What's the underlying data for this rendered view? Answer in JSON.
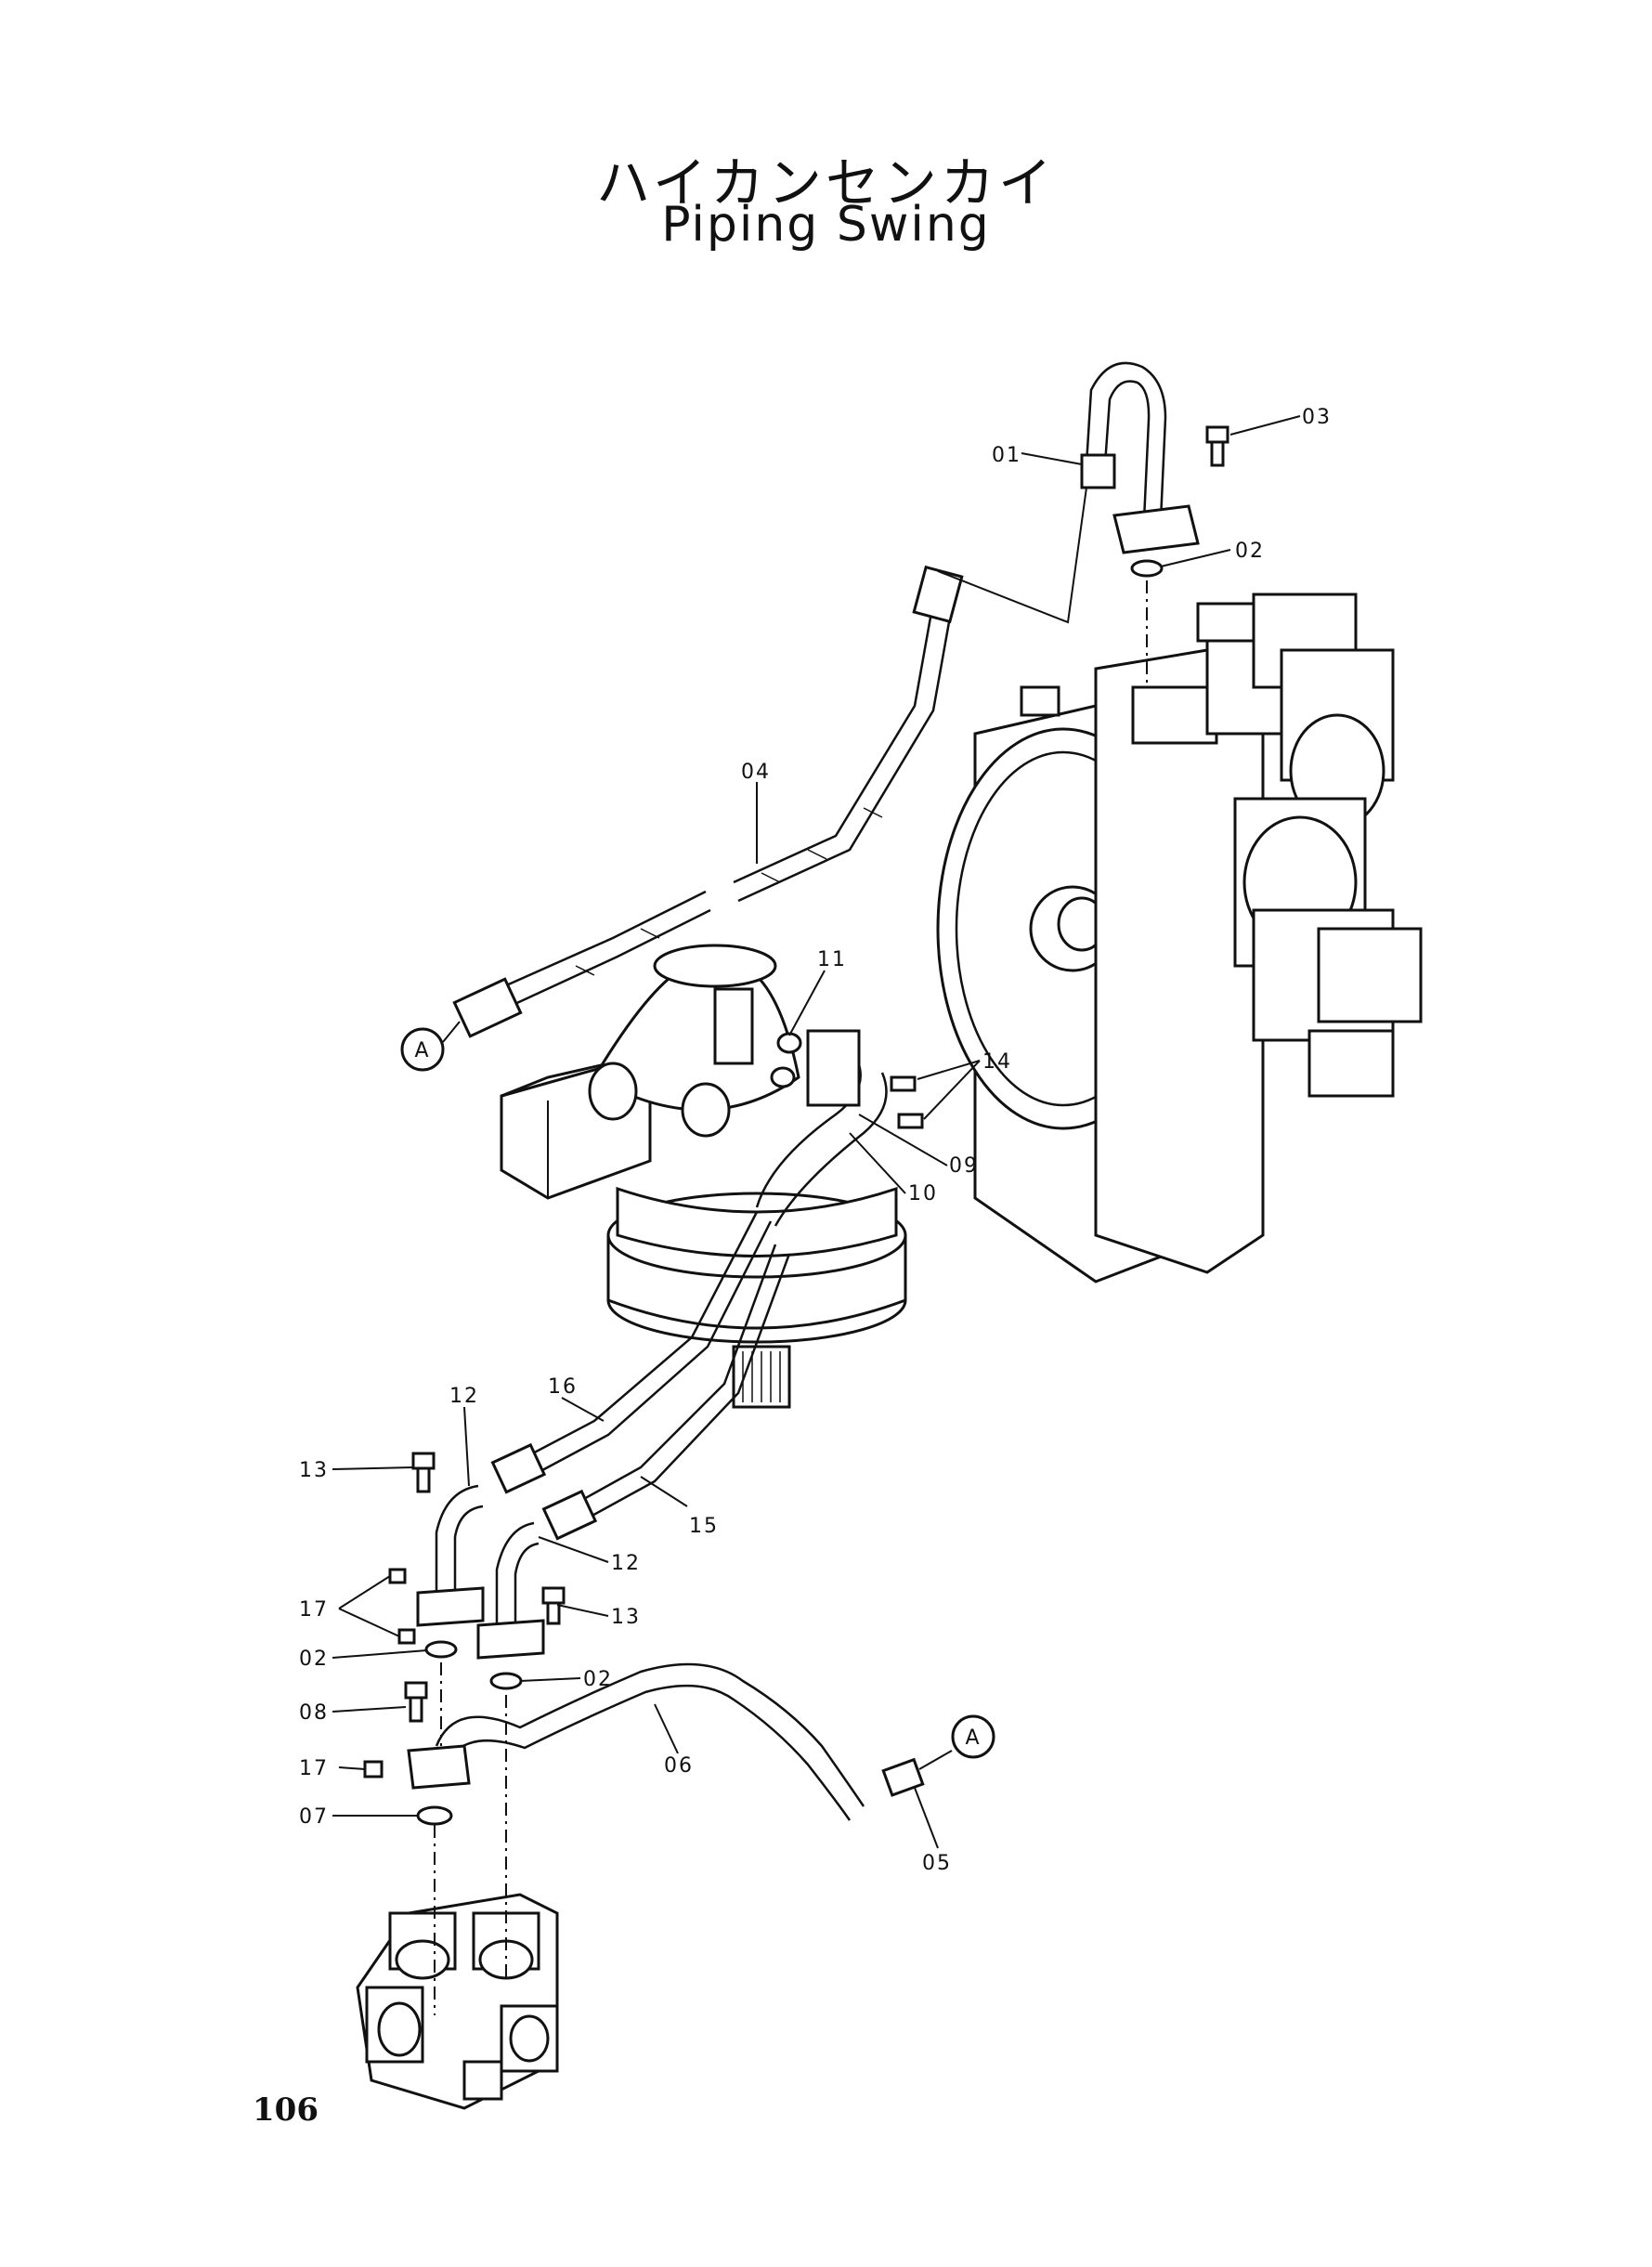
{
  "title": {
    "japanese": "ハイカンセンカイ",
    "english": "Piping Swing"
  },
  "page_number": "106",
  "callouts": [
    {
      "id": "c01",
      "text": "01"
    },
    {
      "id": "c02a",
      "text": "02"
    },
    {
      "id": "c03",
      "text": "03"
    },
    {
      "id": "c04",
      "text": "04"
    },
    {
      "id": "c11",
      "text": "11"
    },
    {
      "id": "c14",
      "text": "14"
    },
    {
      "id": "c09",
      "text": "09"
    },
    {
      "id": "c10",
      "text": "10"
    },
    {
      "id": "c16",
      "text": "16"
    },
    {
      "id": "c12a",
      "text": "12"
    },
    {
      "id": "c13a",
      "text": "13"
    },
    {
      "id": "c15",
      "text": "15"
    },
    {
      "id": "c12b",
      "text": "12"
    },
    {
      "id": "c13b",
      "text": "13"
    },
    {
      "id": "c17a",
      "text": "17"
    },
    {
      "id": "c02b",
      "text": "02"
    },
    {
      "id": "c02c",
      "text": "02"
    },
    {
      "id": "c08",
      "text": "08"
    },
    {
      "id": "c06",
      "text": "06"
    },
    {
      "id": "c17b",
      "text": "17"
    },
    {
      "id": "c07",
      "text": "07"
    },
    {
      "id": "c05",
      "text": "05"
    }
  ],
  "connectors": [
    {
      "id": "conn-a-top",
      "text": "A"
    },
    {
      "id": "conn-a-bottom",
      "text": "A"
    }
  ]
}
